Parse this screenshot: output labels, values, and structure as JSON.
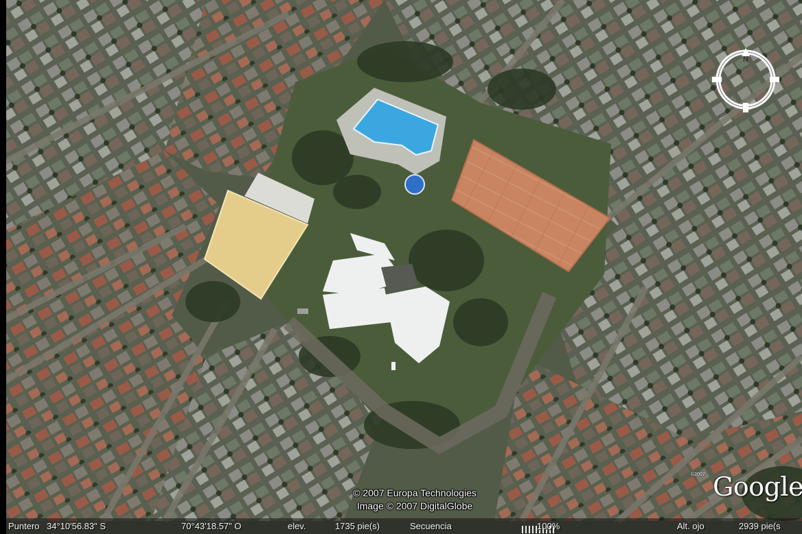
{
  "view": {
    "compass_icon": "compass-north-icon",
    "compass_north_label": "N",
    "logo_text": "Google",
    "small_copyright": "©2007",
    "credit_line_1": "© 2007 Europa Technologies",
    "credit_line_2": "Image © 2007 DigitalGlobe"
  },
  "status": {
    "pointer_label": "Puntero",
    "latitude": "34°10'56.83\" S",
    "longitude": "70°43'18.57\" O",
    "elevation_label": "elev.",
    "elevation_value": "1735 pie(s)",
    "stream_label": "Secuencia",
    "stream_icon": "stream-progress-icon",
    "stream_percent": "100%",
    "eye_alt_label": "Alt. ojo",
    "eye_alt_value": "2939 pie(s"
  },
  "colors": {
    "ground": "#4d5a45",
    "pool": "#3ba7e0",
    "clay_court": "#c98561",
    "yellow_roof": "#e4cd8a",
    "white_roof": "#eef0f0",
    "tree": "#2c3a26"
  }
}
